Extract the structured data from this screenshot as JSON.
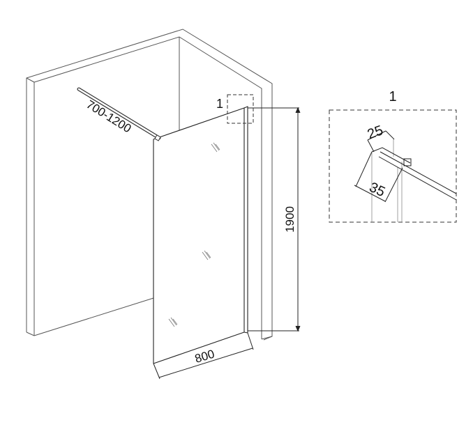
{
  "diagram": {
    "rod_length_label": "700-1200",
    "height_label": "1900",
    "width_label": "800",
    "detail_marker_label": "1",
    "detail": {
      "title": "1",
      "profile_width_label": "25",
      "profile_depth_label": "35"
    }
  }
}
